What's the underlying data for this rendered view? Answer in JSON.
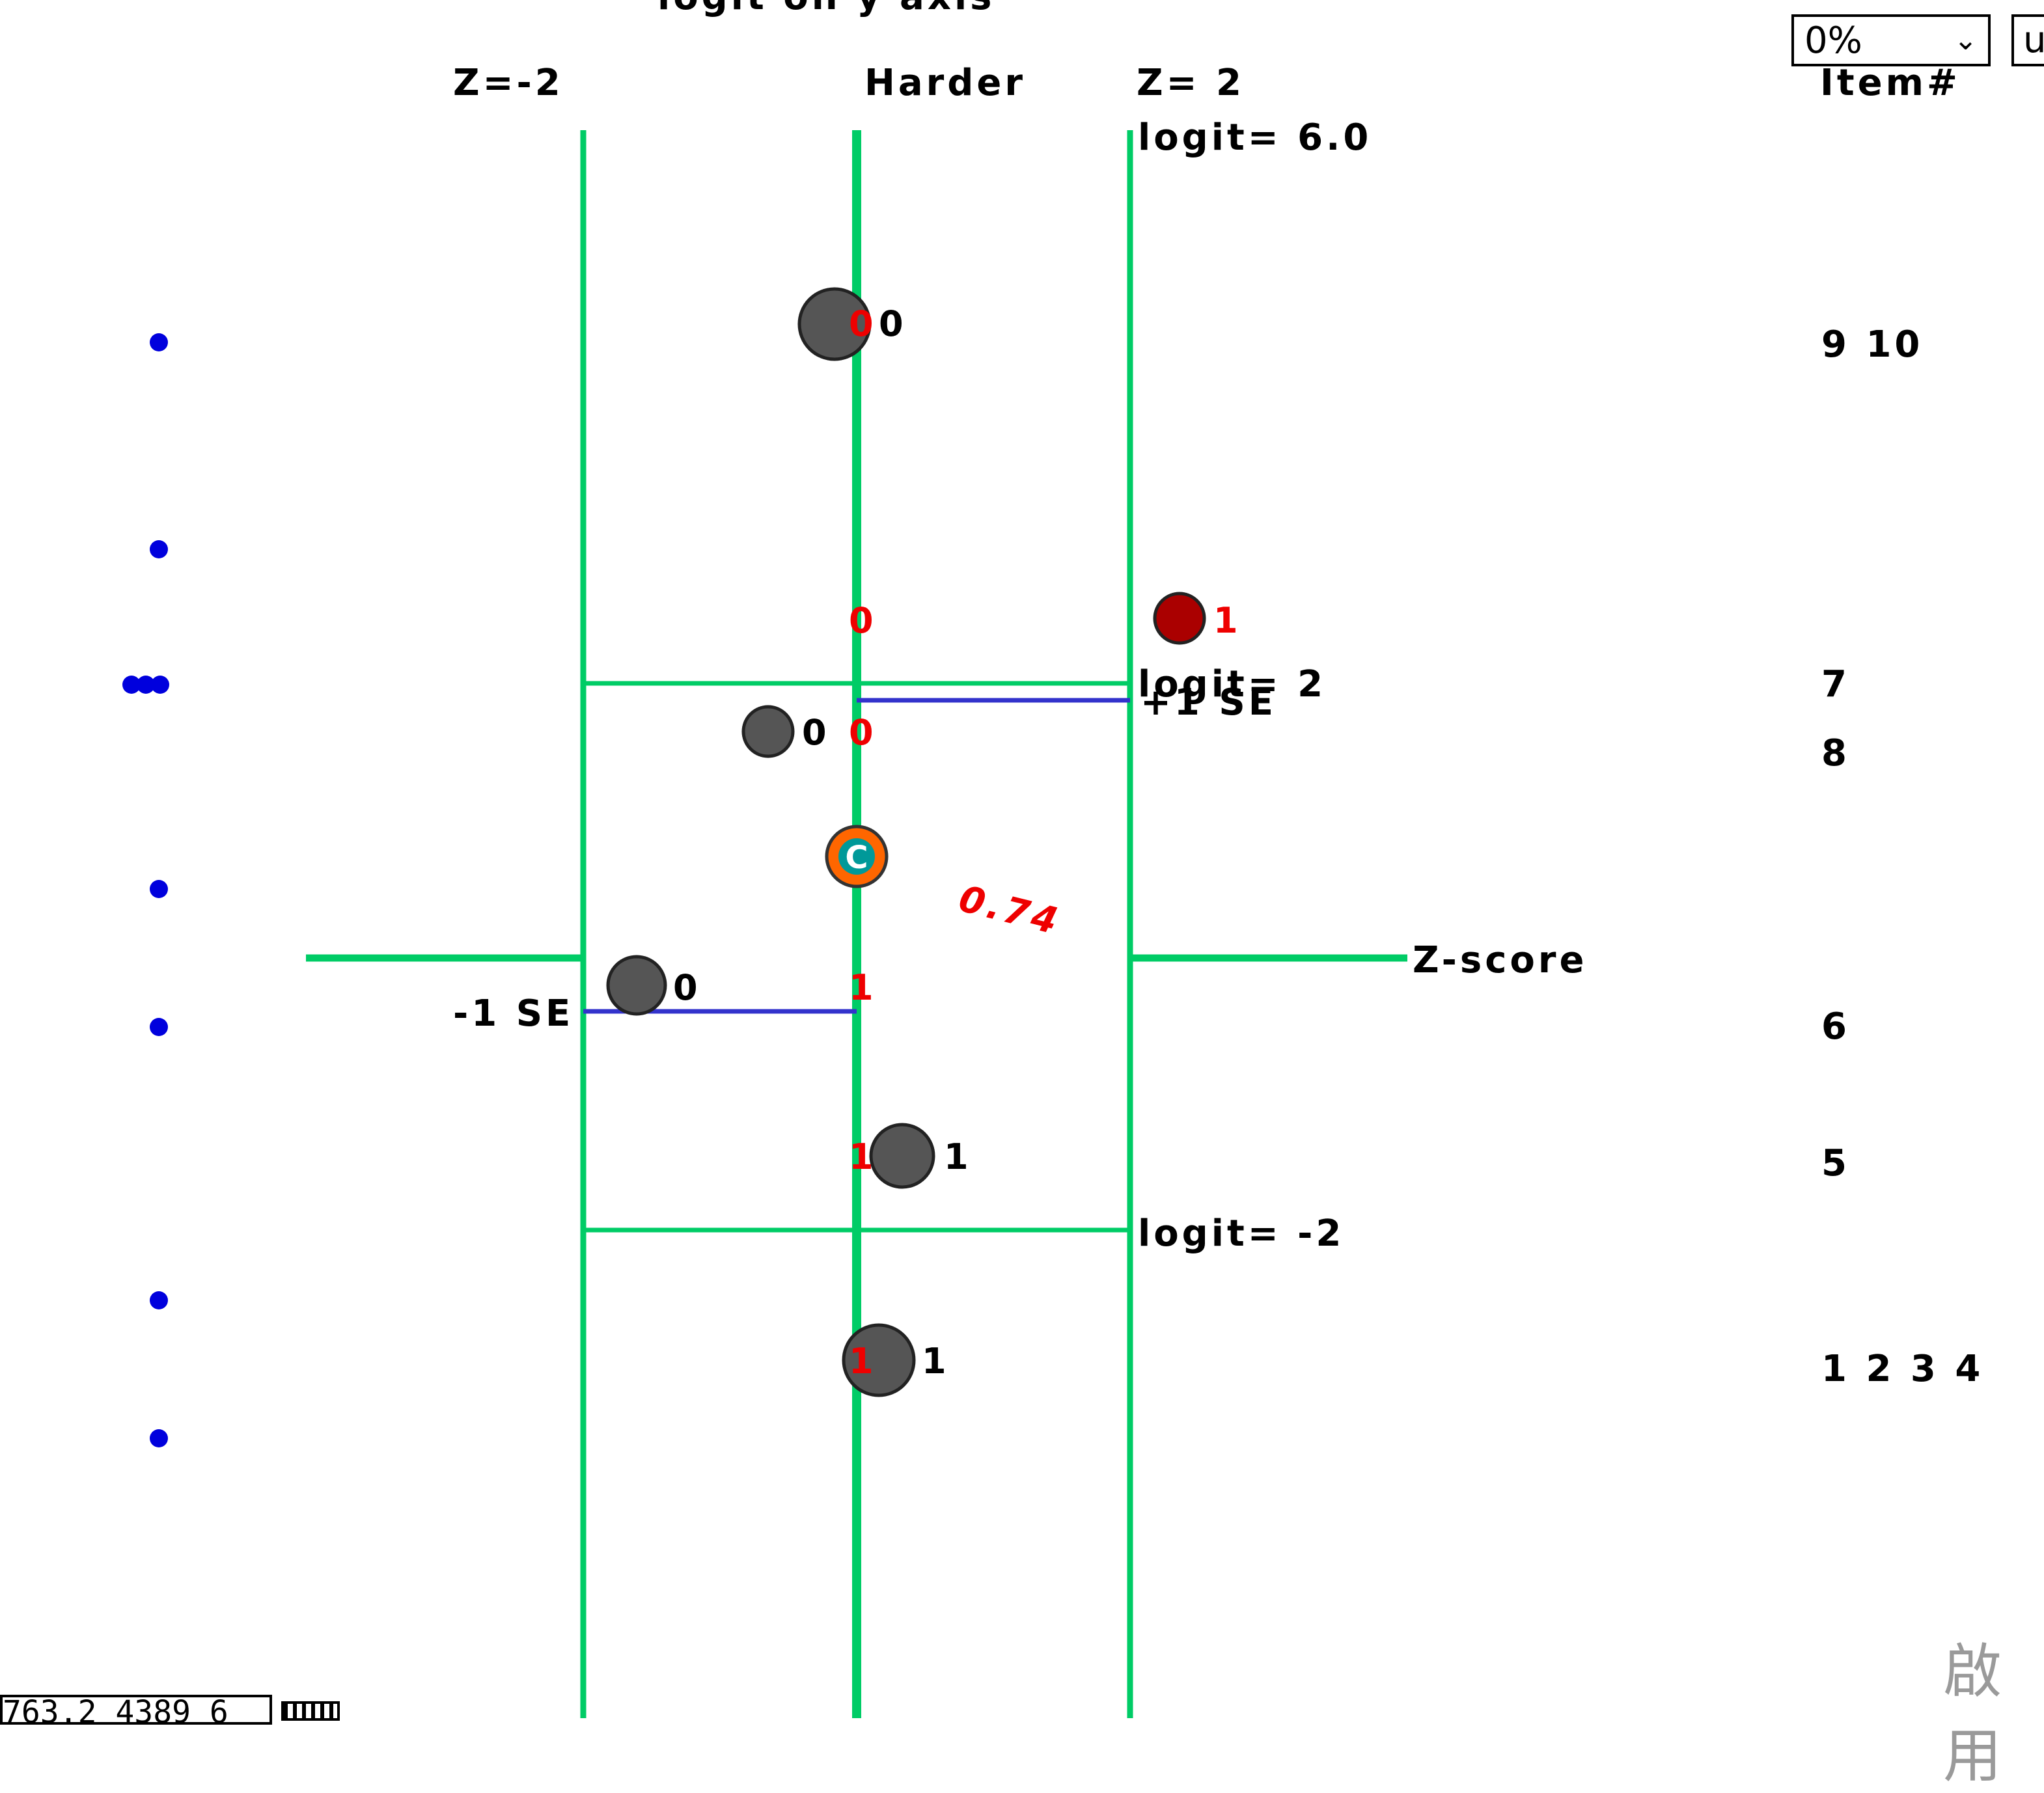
{
  "chart_title": "logit on y axis",
  "columns": {
    "left_label": "Z=-2",
    "center_label": "Harder",
    "right_label": "Z= 2"
  },
  "logit_labels": {
    "top": "logit= 6.0",
    "upper": "logit= 2",
    "lower": "logit= -2"
  },
  "se_labels": {
    "plus": "+1 SE",
    "minus": "-1 SE"
  },
  "z_axis_label": "Z-score",
  "estimate_value": "0.74",
  "center_marker_glyph": "C",
  "items_header": "Item#",
  "item_rows": [
    "9 10",
    "7",
    "8",
    "6",
    "5",
    "1 2 3 4"
  ],
  "responses": [
    {
      "red": "0",
      "black": "0",
      "color": "#555555"
    },
    {
      "red": "0",
      "black": "",
      "color": ""
    },
    {
      "red": "",
      "black": "1",
      "color": "#aa0000",
      "red_black": "1"
    },
    {
      "red": "0",
      "black": "0",
      "color": "#555555"
    },
    {
      "red": "1",
      "black": "0",
      "color": "#555555"
    },
    {
      "red": "1",
      "black": "1",
      "color": "#555555"
    },
    {
      "red": "1",
      "black": "1",
      "color": "#555555"
    }
  ],
  "zoom": {
    "value": "0%",
    "chevron_icon": "chevron-down-icon"
  },
  "side_button_label": "u",
  "coordinate_readout": "763.2 4389 6",
  "watermark_text": "啟用",
  "colors": {
    "grid_green": "#00cc66",
    "se_line": "#3333cc",
    "person_dot": "#0000dd",
    "estimate_red": "#ee0000",
    "orange_marker": "#ff6600",
    "teal_marker": "#009999"
  }
}
